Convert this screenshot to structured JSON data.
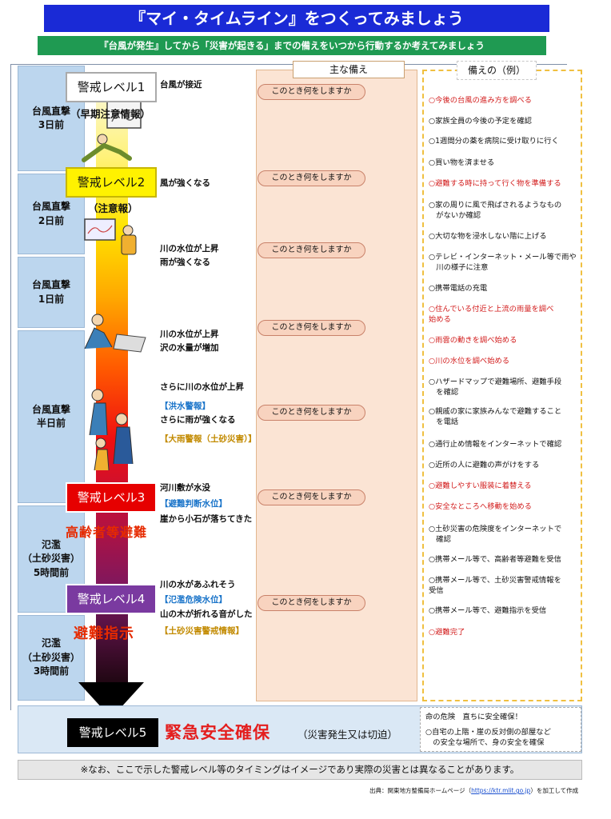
{
  "header": {
    "title": "『マイ・タイムライン』をつくってみましょう",
    "subtitle": "『台風が発生』してから「災害が起きる」までの備えをいつから行動するか考えてみましょう"
  },
  "columns": {
    "main": "主な備え",
    "examples": "備えの（例）"
  },
  "days": [
    "台風直撃\n3日前",
    "台風直撃\n2日前",
    "台風直撃\n1日前",
    "台風直撃\n半日前",
    "氾濫\n（土砂災害）\n5時間前",
    "氾濫\n（土砂災害）\n3時間前"
  ],
  "levels": {
    "l1": {
      "label": "警戒レベル1",
      "caption": "（早期注意情報）"
    },
    "l2": {
      "label": "警戒レベル2",
      "caption": "（注意報）"
    },
    "l3": {
      "label": "警戒レベル3",
      "action": "高齢者等避難"
    },
    "l4": {
      "label": "警戒レベル4",
      "action": "避難指示"
    },
    "l5": {
      "label": "警戒レベル5",
      "title": "緊急安全確保",
      "sub": "（災害発生又は切迫）"
    }
  },
  "events": {
    "e1": "台風が接近",
    "e2": "風が強くなる",
    "e3": "川の水位が上昇\n雨が強くなる",
    "e4": "川の水位が上昇\n沢の水量が増加",
    "e5a": "さらに川の水位が上昇",
    "e5tag": "【洪水警報】",
    "e5b": "さらに雨が強くなる",
    "e5tag2": "【大雨警報（土砂災害）】",
    "e6": "河川敷が水没",
    "e6tag": "【避難判断水位】",
    "e6b": "崖から小石が落ちてきた",
    "e7": "川の水があふれそう",
    "e7tag": "【氾濫危険水位】",
    "e7b": "山の木が折れる音がした",
    "e7tag2": "【土砂災害警戒情報】"
  },
  "pill_label": "このとき何をしますか",
  "examples": [
    {
      "text": "○今後の台風の進み方を調べる",
      "red": true
    },
    {
      "text": "○家族全員の今後の予定を確認",
      "red": false
    },
    {
      "text": "○1週間分の薬を病院に受け取りに行く",
      "red": false
    },
    {
      "text": "○買い物を済ませる",
      "red": false
    },
    {
      "text": "○避難する時に持って行く物を準備する",
      "red": true
    },
    {
      "text": "○家の周りに風で飛ばされるようなもの\n　がないか確認",
      "red": false
    },
    {
      "text": "○大切な物を浸水しない階に上げる",
      "red": false
    },
    {
      "text": "○テレビ・インターネット・メール等で雨や\n　川の様子に注意",
      "red": false
    },
    {
      "text": "○携帯電話の充電",
      "red": false
    },
    {
      "text": "○住んでいる付近と上流の雨量を調べ\n始める",
      "red": true
    },
    {
      "text": "○雨雲の動きを調べ始める",
      "red": true
    },
    {
      "text": "○川の水位を調べ始める",
      "red": true
    },
    {
      "text": "○ハザードマップで避難場所、避難手段\n　を確認",
      "red": false
    },
    {
      "text": "○親戚の家に家族みんなで避難すること\n　を電話",
      "red": false
    },
    {
      "text": "○通行止め情報をインターネットで確認",
      "red": false
    },
    {
      "text": "○近所の人に避難の声がけをする",
      "red": false
    },
    {
      "text": "○避難しやすい服装に着替える",
      "red": true
    },
    {
      "text": "○安全なところへ移動を始める",
      "red": true
    },
    {
      "text": "○土砂災害の危険度をインターネットで\n　確認",
      "red": false
    },
    {
      "text": "○携帯メール等で、高齢者等避難を受信",
      "red": false
    },
    {
      "text": "○携帯メール等で、土砂災害警戒情報を\n受信",
      "red": false
    },
    {
      "text": "○携帯メール等で、避難指示を受信",
      "red": false
    },
    {
      "text": "○避難完了",
      "red": true
    }
  ],
  "level5_box": {
    "line1": "命の危険　直ちに安全確保！",
    "line2": "○自宅の上階・崖の反対側の部屋など\n　の安全な場所で、身の安全を確保"
  },
  "note": "※なお、ここで示した警戒レベル等のタイミングはイメージであり実際の災害とは異なることがあります。",
  "source": {
    "prefix": "出典：関東地方整備局ホームページ（",
    "url": "https://ktr.mlit.go.jp",
    "suffix": "）を加工して作成"
  },
  "colors": {
    "title_bg": "#1a2ad6",
    "subtitle_bg": "#1f9a52",
    "level2": "#fff200",
    "level3": "#e60000",
    "level4": "#7a3aa0",
    "level5": "#000000",
    "warning_red": "#d21b1b",
    "tag_blue": "#1a74c9",
    "tag_gold": "#c28a00"
  }
}
